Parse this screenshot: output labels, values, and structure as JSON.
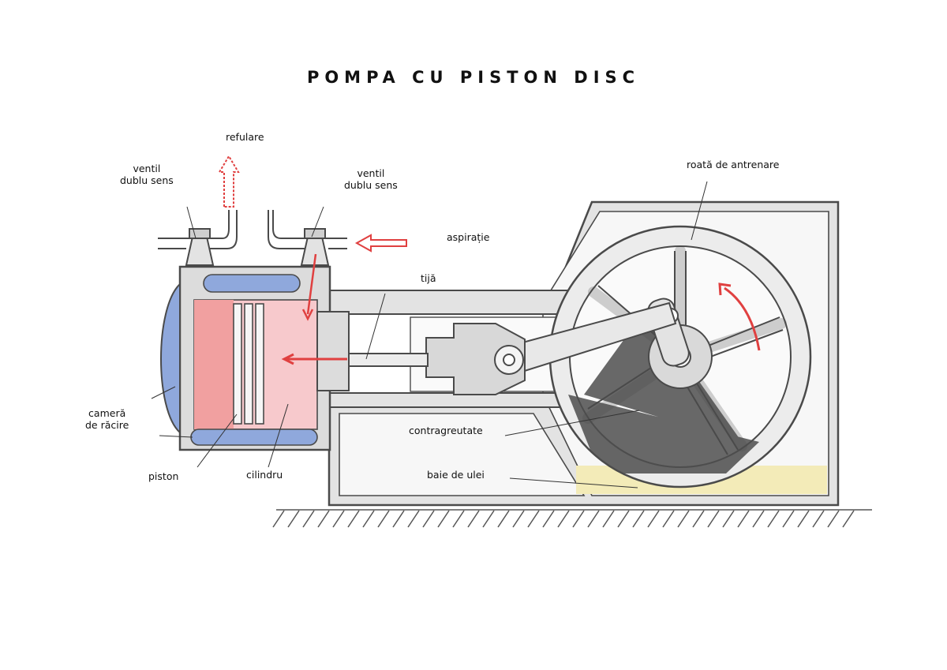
{
  "title": "POMPA CU PISTON DISC",
  "labels": {
    "refulare": "refulare",
    "ventil_left": [
      "ventil",
      "dublu sens"
    ],
    "ventil_right": [
      "ventil",
      "dublu sens"
    ],
    "roata": "roată de antrenare",
    "aspiratie": "aspirație",
    "tija": "tijă",
    "camera_racire": [
      "cameră",
      "de răcire"
    ],
    "contragreutate": "contragreutate",
    "piston": "piston",
    "cilindru": "cilindru",
    "baie_ulei": "baie de ulei"
  },
  "colors": {
    "outline": "#4a4a4a",
    "body": "#e6e6e6",
    "piston_chamber": "#f1a0a0",
    "cylinder_chamber": "#f7c9cc",
    "cooling": "#8fa8dc",
    "counterweight": "#4d4d4d",
    "oil": "#f3ebb8",
    "arrow": "#e04040"
  }
}
